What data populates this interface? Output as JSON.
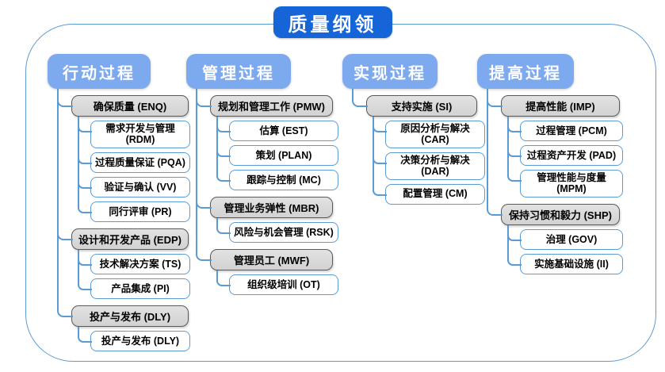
{
  "title": "质量纲领",
  "colors": {
    "title_bg": "#1565d8",
    "header_bg": "#7da9ee",
    "connector": "#5b9bd5",
    "gray_fill": "#d9d9d9",
    "gray_border": "#595959",
    "white_border": "#5b9bd5"
  },
  "columns": [
    {
      "header": "行动过程",
      "groups": [
        {
          "label": "确保质量 (ENQ)",
          "children": [
            "需求开发与管理 (RDM)",
            "过程质量保证 (PQA)",
            "验证与确认 (VV)",
            "同行评审 (PR)"
          ]
        },
        {
          "label": "设计和开发产品 (EDP)",
          "children": [
            "技术解决方案 (TS)",
            "产品集成 (PI)"
          ]
        },
        {
          "label": "投产与发布 (DLY)",
          "children": [
            "投产与发布 (DLY)"
          ]
        }
      ]
    },
    {
      "header": "管理过程",
      "groups": [
        {
          "label": "规划和管理工作 (PMW)",
          "children": [
            "估算 (EST)",
            "策划 (PLAN)",
            "跟踪与控制 (MC)"
          ]
        },
        {
          "label": "管理业务弹性 (MBR)",
          "children": [
            "风险与机会管理 (RSK)"
          ]
        },
        {
          "label": "管理员工 (MWF)",
          "children": [
            "组织级培训 (OT)"
          ]
        }
      ]
    },
    {
      "header": "实现过程",
      "groups": [
        {
          "label": "支持实施 (SI)",
          "children": [
            "原因分析与解决 (CAR)",
            "决策分析与解决 (DAR)",
            "配置管理 (CM)"
          ]
        }
      ]
    },
    {
      "header": "提高过程",
      "groups": [
        {
          "label": "提高性能 (IMP)",
          "children": [
            "过程管理 (PCM)",
            "过程资产开发 (PAD)",
            "管理性能与度量\n(MPM)"
          ]
        },
        {
          "label": "保持习惯和毅力 (SHP)",
          "children": [
            "治理 (GOV)",
            "实施基础设施 (II)"
          ]
        }
      ]
    }
  ]
}
